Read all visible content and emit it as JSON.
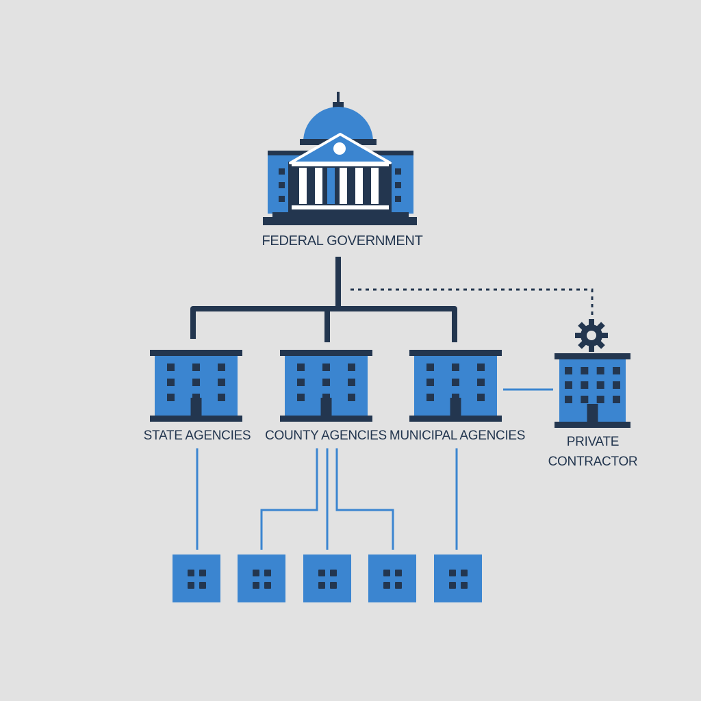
{
  "nodes": {
    "federal": {
      "label": "FEDERAL GOVERNMENT",
      "icon": "capitol-building-icon"
    },
    "state": {
      "label": "STATE AGENCIES",
      "icon": "office-building-icon"
    },
    "county": {
      "label": "COUNTY AGENCIES",
      "icon": "office-building-icon"
    },
    "municipal": {
      "label": "MUNICIPAL AGENCIES",
      "icon": "office-building-icon"
    },
    "contractor": {
      "label_line1": "PRIVATE",
      "label_line2": "CONTRACTOR",
      "icon": "office-building-gear-icon"
    }
  },
  "sub_units": {
    "count": 5,
    "icon": "small-building-icon"
  },
  "colors": {
    "background": "#e2e2e2",
    "dark": "#23364f",
    "blue": "#3b85d0",
    "light_blue": "#5a9ee0"
  }
}
